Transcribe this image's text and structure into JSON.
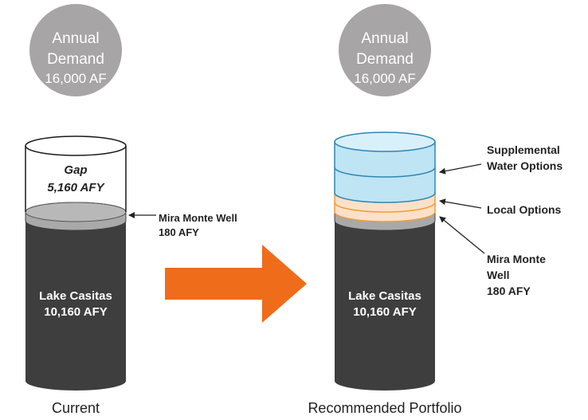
{
  "demand_circles": [
    {
      "line1": "Annual",
      "line2": "Demand",
      "line3": "16,000 AF"
    },
    {
      "line1": "Annual",
      "line2": "Demand",
      "line3": "16,000 AF"
    }
  ],
  "current": {
    "gap_title": "Gap",
    "gap_value": "5,160 AFY",
    "well_label_line1": "Mira Monte Well",
    "well_label_line2": "180 AFY",
    "lake_line1": "Lake Casitas",
    "lake_line2": "10,160 AFY",
    "caption": "Current"
  },
  "recommended": {
    "supplemental_line1": "Supplemental",
    "supplemental_line2": "Water Options",
    "local_label": "Local Options",
    "well_line1": "Mira Monte",
    "well_line2": "Well",
    "well_line3": "180 AFY",
    "lake_line1": "Lake Casitas",
    "lake_line2": "10,160 AFY",
    "caption": "Recommended Portfolio"
  },
  "colors": {
    "demand_circle": "#a7a5a5",
    "lake": "#3e3e3e",
    "well_band": "#a9a9a9",
    "supplemental": "#bfe4f4",
    "supplemental_stroke": "#2e86b5",
    "local": "#fbe1c7",
    "local_stroke": "#f29a3b",
    "arrow": "#ef6c1a"
  }
}
